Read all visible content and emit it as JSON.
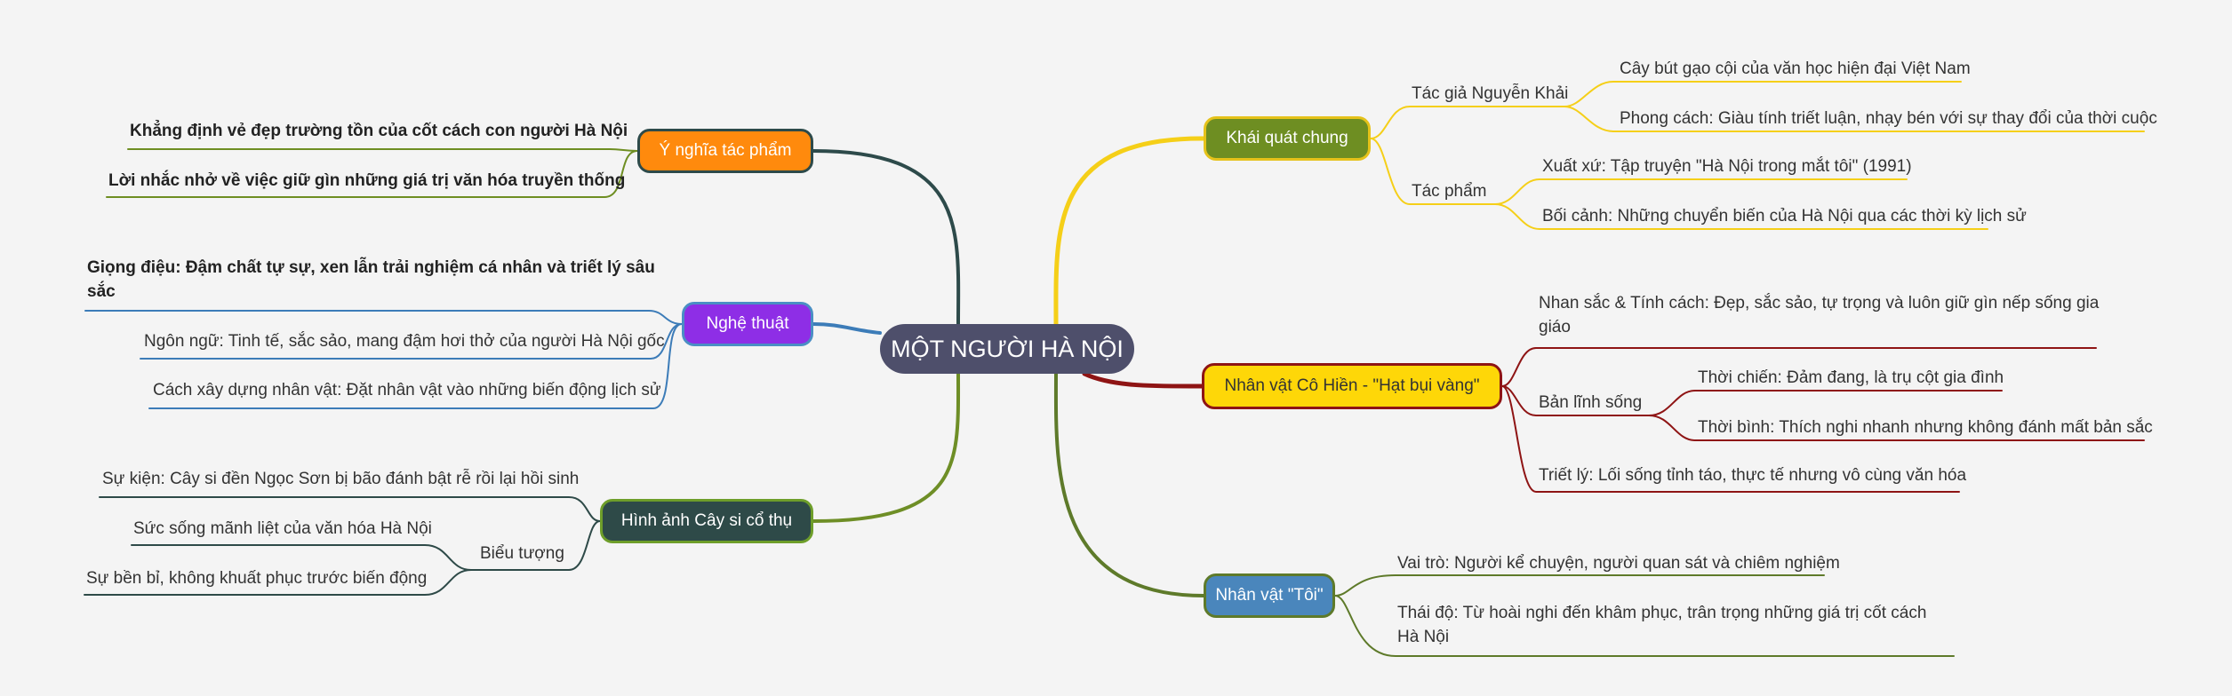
{
  "center": {
    "label": "MỘT NGƯỜI HÀ NỘI",
    "fill": "#4e4f6b",
    "text_color": "#ffffff"
  },
  "branches": [
    {
      "key": "khai-quat-chung",
      "label": "Khái quát chung",
      "fill": "#6e8e22",
      "border": "#e5c21a",
      "text_color": "#ffffff",
      "line_color": "#f5cf18",
      "children": [
        {
          "label": "Tác giả Nguyễn Khải",
          "children": [
            {
              "label": "Cây bút gạo cội của văn học hiện đại Việt Nam"
            },
            {
              "label": "Phong cách: Giàu tính triết luận, nhạy bén với sự thay đổi của thời cuộc"
            }
          ]
        },
        {
          "label": "Tác phẩm",
          "children": [
            {
              "label": "Xuất xứ: Tập truyện \"Hà Nội trong mắt tôi\" (1991)"
            },
            {
              "label": "Bối cảnh: Những chuyển biến của Hà Nội qua các thời kỳ lịch sử"
            }
          ]
        }
      ]
    },
    {
      "key": "co-hien",
      "label": "Nhân vật Cô Hiền - \"Hạt bụi vàng\"",
      "fill": "#fed708",
      "border": "#8e1414",
      "text_color": "#333333",
      "line_color": "#8e1414",
      "children": [
        {
          "label": "Nhan sắc & Tính cách: Đẹp, sắc sảo, tự trọng và luôn giữ gìn nếp sống gia giáo"
        },
        {
          "label": "Bản lĩnh sống",
          "children": [
            {
              "label": "Thời chiến: Đảm đang, là trụ cột gia đình"
            },
            {
              "label": "Thời bình: Thích nghi nhanh nhưng không đánh mất bản sắc"
            }
          ]
        },
        {
          "label": "Triết lý: Lối sống tỉnh táo, thực tế nhưng vô cùng văn hóa"
        }
      ]
    },
    {
      "key": "nhan-vat-toi",
      "label": "Nhân vật \"Tôi\"",
      "fill": "#4a86bc",
      "border": "#5e7a2a",
      "text_color": "#ffffff",
      "line_color": "#5e7a2a",
      "children": [
        {
          "label": "Vai trò: Người kể chuyện, người quan sát và chiêm nghiệm"
        },
        {
          "label": "Thái độ: Từ hoài nghi đến khâm phục, trân trọng những giá trị cốt cách Hà Nội"
        }
      ]
    },
    {
      "key": "y-nghia",
      "label": "Ý nghĩa tác phẩm",
      "fill": "#ff8a0d",
      "border": "#2d4a4a",
      "text_color": "#ffffff",
      "line_color": "#2d4a4a",
      "children": [
        {
          "label": "Khẳng định vẻ đẹp trường tồn của cốt cách con người Hà Nội"
        },
        {
          "label": "Lời nhắc nhở về việc giữ gìn những giá trị văn hóa truyền thống"
        }
      ]
    },
    {
      "key": "nghe-thuat",
      "label": "Nghệ thuật",
      "fill": "#8e2ee6",
      "border": "#4a8ec4",
      "text_color": "#ffffff",
      "line_color": "#3c7cb8",
      "children": [
        {
          "label": "Giọng điệu: Đậm chất tự sự, xen lẫn trải nghiệm cá nhân và triết lý sâu sắc"
        },
        {
          "label": "Ngôn ngữ: Tinh tế, sắc sảo, mang đậm hơi thở của người Hà Nội gốc"
        },
        {
          "label": "Cách xây dựng nhân vật: Đặt nhân vật vào những biến động lịch sử"
        }
      ]
    },
    {
      "key": "cay-si",
      "label": "Hình ảnh Cây si cổ thụ",
      "fill": "#2e4a48",
      "border": "#6e9e2a",
      "text_color": "#ffffff",
      "line_color": "#6e8e26",
      "children": [
        {
          "label": "Sự kiện: Cây si đền Ngọc Sơn bị bão đánh bật rễ rồi lại hồi sinh"
        },
        {
          "label": "Biểu tượng",
          "children": [
            {
              "label": "Sức sống mãnh liệt của văn hóa Hà Nội"
            },
            {
              "label": "Sự bền bỉ, không khuất phục trước biến động"
            }
          ]
        }
      ]
    }
  ]
}
